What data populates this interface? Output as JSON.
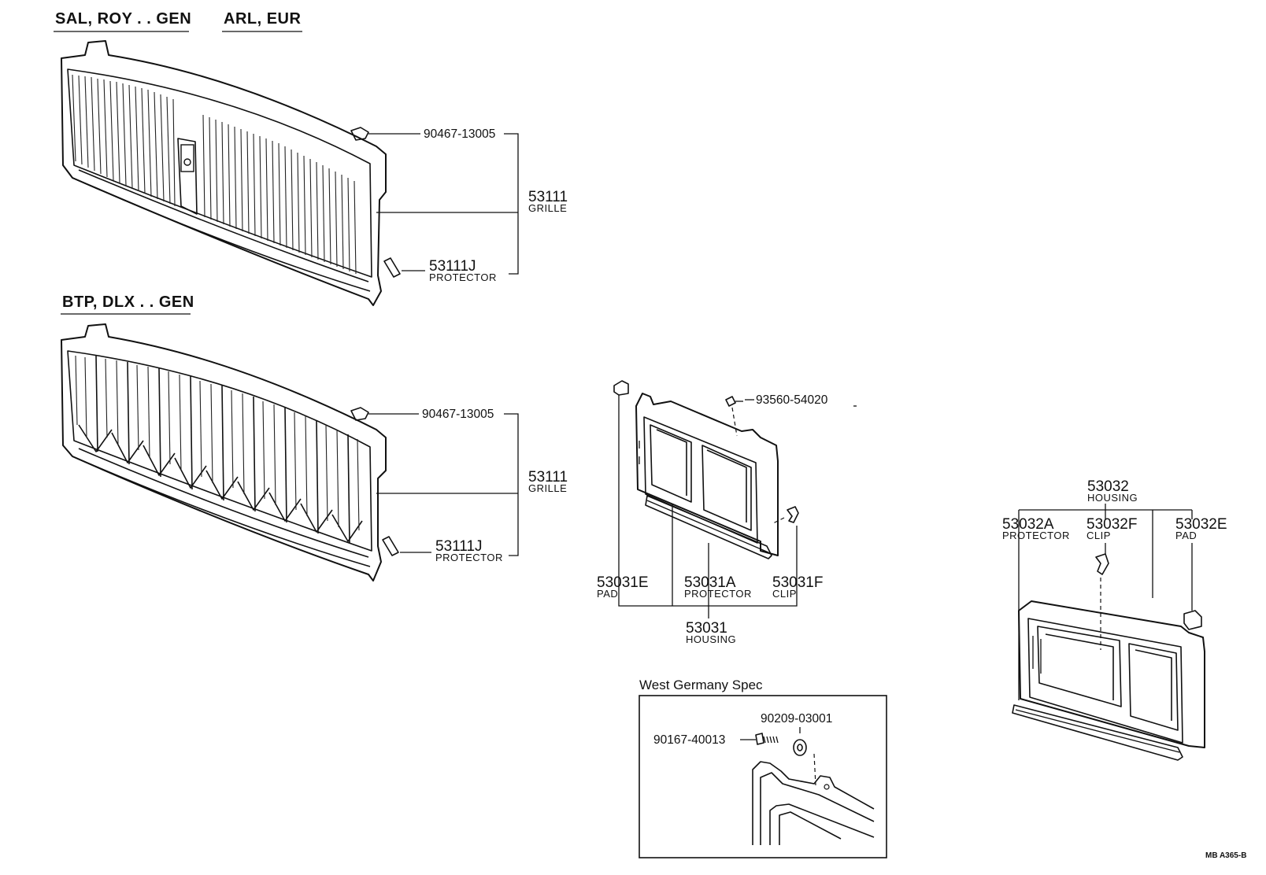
{
  "headers": {
    "top_left": "SAL, ROY . . GEN",
    "top_right": "ARL, EUR",
    "middle": "BTP, DLX . . GEN"
  },
  "grille_upper": {
    "clip_part": "90467-13005",
    "grille_part": "53111",
    "grille_name": "GRILLE",
    "protector_part": "53111J",
    "protector_name": "PROTECTOR"
  },
  "grille_lower": {
    "clip_part": "90467-13005",
    "grille_part": "53111",
    "grille_name": "GRILLE",
    "protector_part": "53111J",
    "protector_name": "PROTECTOR"
  },
  "housing_left": {
    "screw_part": "93560-54020",
    "pad_part": "53031E",
    "pad_name": "PAD",
    "protector_part": "53031A",
    "protector_name": "PROTECTOR",
    "clip_part": "53031F",
    "clip_name": "CLIP",
    "housing_part": "53031",
    "housing_name": "HOUSING"
  },
  "housing_right": {
    "housing_part": "53032",
    "housing_name": "HOUSING",
    "protector_part": "53032A",
    "protector_name": "PROTECTOR",
    "clip_part": "53032F",
    "clip_name": "CLIP",
    "pad_part": "53032E",
    "pad_name": "PAD"
  },
  "west_germany": {
    "title": "West Germany Spec",
    "washer_part": "90209-03001",
    "bolt_part": "90167-40013"
  },
  "footer_code": "MB  A365-B"
}
